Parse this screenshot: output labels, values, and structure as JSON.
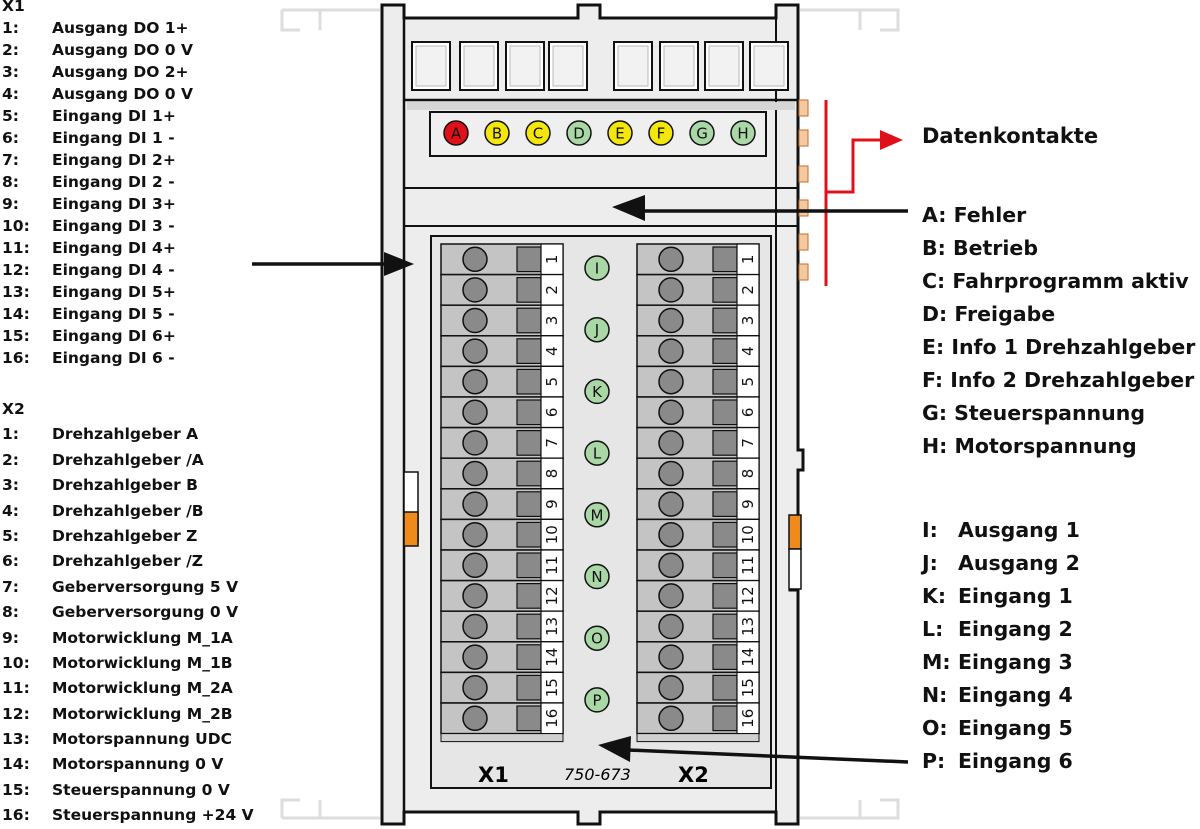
{
  "x1": {
    "header": "X1",
    "pins": [
      {
        "num": "1:",
        "label": "Ausgang DO 1+"
      },
      {
        "num": "2:",
        "label": "Ausgang DO 0 V"
      },
      {
        "num": "3:",
        "label": "Ausgang DO 2+"
      },
      {
        "num": "4:",
        "label": "Ausgang DO 0 V"
      },
      {
        "num": "5:",
        "label": "Eingang DI 1+"
      },
      {
        "num": "6:",
        "label": "Eingang DI 1 -"
      },
      {
        "num": "7:",
        "label": "Eingang DI 2+"
      },
      {
        "num": "8:",
        "label": "Eingang DI 2 -"
      },
      {
        "num": "9:",
        "label": "Eingang DI 3+"
      },
      {
        "num": "10:",
        "label": "Eingang DI 3 -"
      },
      {
        "num": "11:",
        "label": "Eingang DI 4+"
      },
      {
        "num": "12:",
        "label": "Eingang DI 4 -"
      },
      {
        "num": "13:",
        "label": "Eingang DI 5+"
      },
      {
        "num": "14:",
        "label": "Eingang DI 5 -"
      },
      {
        "num": "15:",
        "label": "Eingang DI 6+"
      },
      {
        "num": "16:",
        "label": "Eingang DI 6 -"
      }
    ]
  },
  "x2": {
    "header": "X2",
    "pins": [
      {
        "num": "1:",
        "label": "Drehzahlgeber A"
      },
      {
        "num": "2:",
        "label": "Drehzahlgeber /A"
      },
      {
        "num": "3:",
        "label": "Drehzahlgeber B"
      },
      {
        "num": "4:",
        "label": "Drehzahlgeber /B"
      },
      {
        "num": "5:",
        "label": "Drehzahlgeber Z"
      },
      {
        "num": "6:",
        "label": "Drehzahlgeber /Z"
      },
      {
        "num": "7:",
        "label": "Geberversorgung 5 V"
      },
      {
        "num": "8:",
        "label": "Geberversorgung 0 V"
      },
      {
        "num": "9:",
        "label": "Motorwicklung M_1A"
      },
      {
        "num": "10:",
        "label": "Motorwicklung M_1B"
      },
      {
        "num": "11:",
        "label": "Motorwicklung M_2A"
      },
      {
        "num": "12:",
        "label": "Motorwicklung M_2B"
      },
      {
        "num": "13:",
        "label": "Motorspannung UDC"
      },
      {
        "num": "14:",
        "label": "Motorspannung 0 V"
      },
      {
        "num": "15:",
        "label": "Steuerspannung 0 V"
      },
      {
        "num": "16:",
        "label": "Steuerspannung +24 V"
      }
    ]
  },
  "datenkontakte": "Datenkontakte",
  "led_legend": [
    "A: Fehler",
    "B: Betrieb",
    "C: Fahrprogramm aktiv",
    "D: Freigabe",
    "E: Info 1 Drehzahlgeber",
    "F: Info 2 Drehzahlgeber",
    "G: Steuerspannung",
    "H: Motorspannung"
  ],
  "io_legend": [
    {
      "key": "I:",
      "label": "Ausgang 1"
    },
    {
      "key": "J:",
      "label": "Ausgang 2"
    },
    {
      "key": "K:",
      "label": "Eingang 1"
    },
    {
      "key": "L:",
      "label": "Eingang 2"
    },
    {
      "key": "M:",
      "label": "Eingang 3"
    },
    {
      "key": "N:",
      "label": "Eingang 4"
    },
    {
      "key": "O:",
      "label": "Eingang 5"
    },
    {
      "key": "P:",
      "label": "Eingang 6"
    }
  ],
  "module": {
    "top_leds": [
      {
        "letter": "A",
        "color": "#e0101a"
      },
      {
        "letter": "B",
        "color": "#f2e60a"
      },
      {
        "letter": "C",
        "color": "#f2e60a"
      },
      {
        "letter": "D",
        "color": "#a9d8a6"
      },
      {
        "letter": "E",
        "color": "#f2e60a"
      },
      {
        "letter": "F",
        "color": "#f2e60a"
      },
      {
        "letter": "G",
        "color": "#a9d8a6"
      },
      {
        "letter": "H",
        "color": "#a9d8a6"
      }
    ],
    "io_leds": [
      "I",
      "J",
      "K",
      "L",
      "M",
      "N",
      "O",
      "P"
    ],
    "io_led_color": "#a9d8a6",
    "terminal_numbers": [
      "1",
      "2",
      "3",
      "4",
      "5",
      "6",
      "7",
      "8",
      "9",
      "10",
      "11",
      "12",
      "13",
      "14",
      "15",
      "16"
    ],
    "label_x1": "X1",
    "label_x2": "X2",
    "part_number": "750-673",
    "colors": {
      "housing": "#ededed",
      "panel": "#e3e3e3",
      "terminal": "#c4c4c4",
      "orange": "#f08a1a",
      "contact": "#f5c9a0",
      "red_line": "#e0101a"
    }
  }
}
